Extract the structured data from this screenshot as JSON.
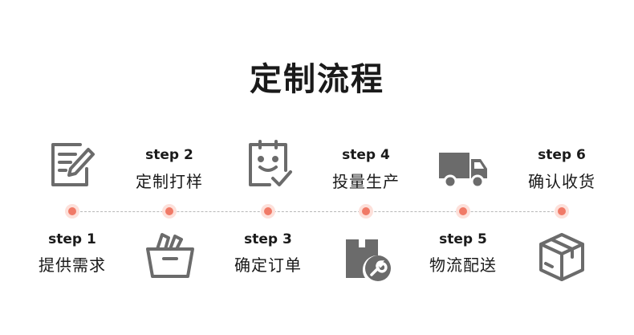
{
  "title": "定制流程",
  "colors": {
    "accent": "#f07a67",
    "icon": "#6b6b6b",
    "line": "#b8b8b8"
  },
  "steps": [
    {
      "label": "step 1",
      "name": "提供需求",
      "icon": "document-edit-icon"
    },
    {
      "label": "step 2",
      "name": "定制打样",
      "icon": "basket-icon"
    },
    {
      "label": "step 3",
      "name": "确定订单",
      "icon": "clipboard-check-icon"
    },
    {
      "label": "step 4",
      "name": "投量生产",
      "icon": "factory-wrench-icon"
    },
    {
      "label": "step 5",
      "name": "物流配送",
      "icon": "delivery-truck-icon"
    },
    {
      "label": "step 6",
      "name": "确认收货",
      "icon": "package-box-icon"
    }
  ]
}
